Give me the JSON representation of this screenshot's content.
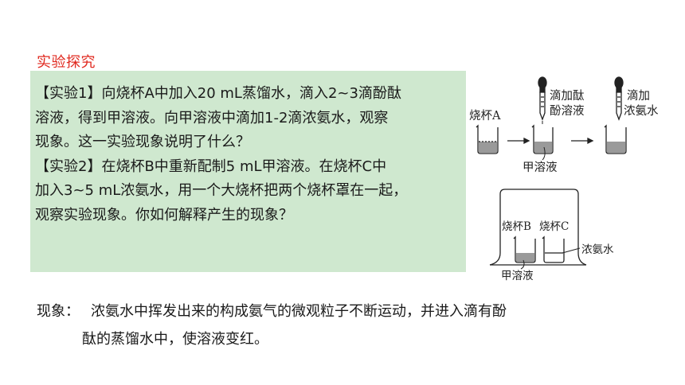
{
  "section_title": "实验探究",
  "question_lines": [
    "【实验1】向烧杯A中加入20 mL蒸馏水，滴入2~3滴酚酞",
    "溶液，得到甲溶液。向甲溶液中滴加1-2滴浓氨水，观察",
    "现象。这一实验现象说明了什么？",
    "【实验2】在烧杯B中重新配制5 mL甲溶液。在烧杯C中",
    "加入3~5 mL浓氨水，用一个大烧杯把两个烧杯罩在一起，",
    "观察实验现象。你如何解释产生的现象？"
  ],
  "answer": {
    "label": "现象：",
    "line1": "浓氨水中挥发出来的构成氨气的微观粒子不断运动，并进入滴有酚",
    "line2": "酞的蒸馏水中，使溶液变红。"
  },
  "figure1": {
    "beaker_a": "烧杯A",
    "dropper1_line1": "滴加酞",
    "dropper1_line2": "酚溶液",
    "dropper2_line1": "滴加",
    "dropper2_line2": "浓氨水",
    "solution_label": "甲溶液"
  },
  "figure2": {
    "beaker_b": "烧杯B",
    "beaker_c": "烧杯C",
    "ammonia_label": "浓氨水",
    "solution_label": "甲溶液"
  }
}
